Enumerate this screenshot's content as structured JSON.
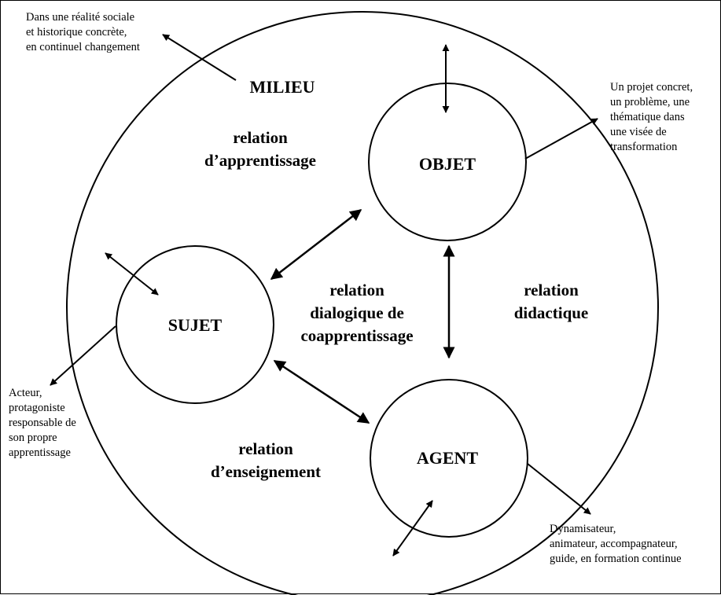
{
  "nodes": {
    "milieu": "MILIEU",
    "objet": "OBJET",
    "sujet": "SUJET",
    "agent": "AGENT"
  },
  "relations": {
    "apprentissage": [
      "relation",
      "d’apprentissage"
    ],
    "dialogique": [
      "relation",
      "dialogique de",
      "coapprentissage"
    ],
    "didactique": [
      "relation",
      "didactique"
    ],
    "enseignement": [
      "relation",
      "d’enseignement"
    ]
  },
  "notes": {
    "milieu": [
      "Dans une réalité sociale",
      "et historique concrète,",
      "en continuel changement"
    ],
    "objet": [
      "Un projet concret,",
      "un problème, une",
      "thématique dans",
      "une visée de",
      "transformation"
    ],
    "sujet": [
      "Acteur,",
      "protagoniste",
      "responsable de",
      "son propre",
      "apprentissage"
    ],
    "agent": [
      "Dynamisateur,",
      "animateur, accompagnateur,",
      "guide, en formation continue"
    ]
  }
}
